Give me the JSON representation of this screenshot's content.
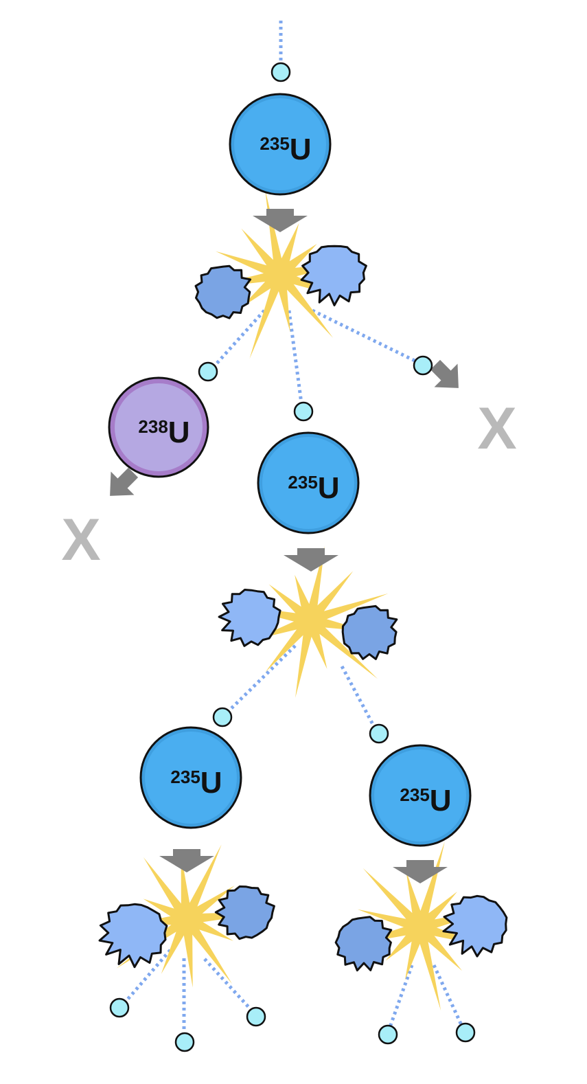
{
  "colors": {
    "u235": "#4aaef0",
    "u235_inner": "#3f9fe0",
    "u238": "#b5a8e2",
    "u238_ring": "#a67cc9",
    "neutron": "#a8eef8",
    "neutron_trail": "#7fa8ee",
    "flash": "#f6d35c",
    "fragment_light": "#8fb7f6",
    "fragment_dark": "#7aa4e4",
    "arrow": "#808080",
    "cross": "#b9b9b9"
  },
  "nuclei": [
    {
      "id": "top",
      "mass": "235",
      "symbol": "U",
      "isotope": "u235"
    },
    {
      "id": "gen1-absorbed",
      "mass": "238",
      "symbol": "U",
      "isotope": "u238"
    },
    {
      "id": "gen1-center",
      "mass": "235",
      "symbol": "U",
      "isotope": "u235"
    },
    {
      "id": "gen2-left",
      "mass": "235",
      "symbol": "U",
      "isotope": "u235"
    },
    {
      "id": "gen2-right",
      "mass": "235",
      "symbol": "U",
      "isotope": "u235"
    }
  ],
  "lost_neutrons": [
    {
      "id": "left",
      "label": "X"
    },
    {
      "id": "right",
      "label": "X"
    }
  ]
}
